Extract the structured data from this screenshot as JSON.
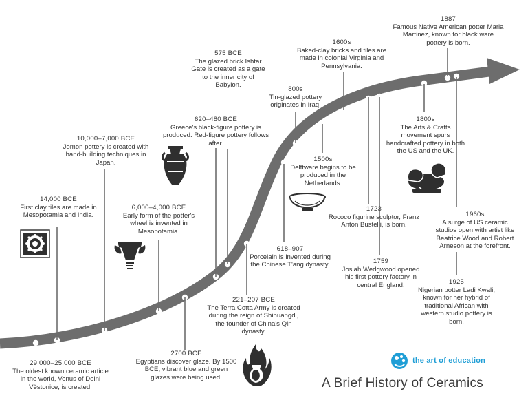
{
  "title": "A Brief History of Ceramics",
  "brand": {
    "name": "the art of education",
    "color": "#1f9ed6"
  },
  "colors": {
    "line": "#6d6d6d",
    "icon": "#2f2f2f",
    "text": "#333333"
  },
  "events": [
    {
      "year": "29,000–25,000 BCE",
      "text": "The oldest known ceramic article in the world, Venus of Dolni Věstonice, is created."
    },
    {
      "year": "14,000 BCE",
      "text": "First clay tiles are made in Mesopotamia and India."
    },
    {
      "year": "10,000–7,000 BCE",
      "text": "Jomon pottery is created with hand-building techniques in Japan."
    },
    {
      "year": "6,000–4,000 BCE",
      "text": "Early form of the potter's wheel is invented in Mesopotamia."
    },
    {
      "year": "2700 BCE",
      "text": "Egyptians discover glaze. By 1500 BCE, vibrant blue and green glazes were being used."
    },
    {
      "year": "620–480 BCE",
      "text": "Greece's black-figure pottery is produced. Red-figure pottery follows after."
    },
    {
      "year": "575 BCE",
      "text": "The glazed brick Ishtar Gate is created as a gate to the inner city of Babylon."
    },
    {
      "year": "221–207 BCE",
      "text": "The Terra Cotta Army is created during the reign of Shihuangdi, the founder of China's Qin dynasty."
    },
    {
      "year": "618–907",
      "text": "Porcelain is invented during the Chinese T'ang dynasty."
    },
    {
      "year": "800s",
      "text": "Tin-glazed pottery originates in Iraq."
    },
    {
      "year": "1500s",
      "text": "Delftware begins to be produced in the Netherlands."
    },
    {
      "year": "1600s",
      "text": "Baked-clay bricks and tiles are made in colonial Virginia and Pennsylvania."
    },
    {
      "year": "1723",
      "text": "Rococo figurine sculptor, Franz Anton Bustelli, is born."
    },
    {
      "year": "1759",
      "text": "Josiah Wedgwood opened his first pottery factory in central England."
    },
    {
      "year": "1800s",
      "text": "The Arts & Crafts movement spurs handcrafted pottery in both the US and the UK."
    },
    {
      "year": "1887",
      "text": "Famous Native American potter Maria Martinez, known for black ware pottery is born."
    },
    {
      "year": "1925",
      "text": "Nigerian potter Ladi Kwali, known for her hybrid of traditional African with western studio pottery is born."
    },
    {
      "year": "1960s",
      "text": "A surge of US ceramic studios open with artist like Beatrice Wood and Robert Arneson at the forefront."
    }
  ],
  "icons": [
    "tile-icon",
    "jomon-pot-icon",
    "potters-wheel-icon",
    "greek-amphora-icon",
    "delft-bowl-icon",
    "hands-on-clay-icon",
    "glaze-vase-icon",
    "art-of-education-logo-icon"
  ]
}
